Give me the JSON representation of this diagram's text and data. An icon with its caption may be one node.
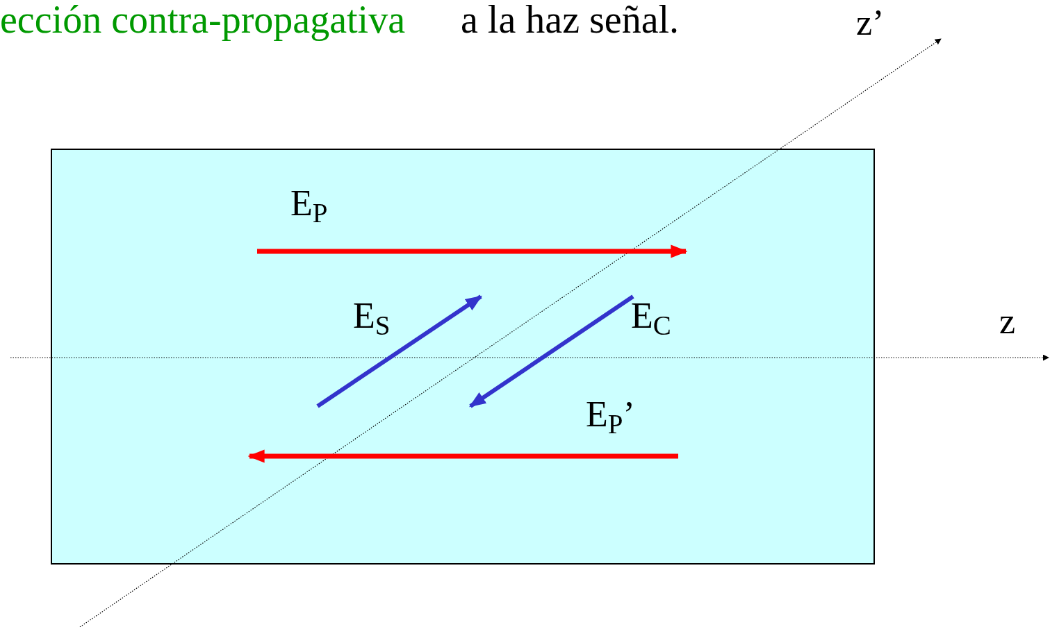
{
  "diagram": {
    "nodes": [
      {
        "text": [],
        "shape": "box"
      }
    ],
    "edges": [],
    "labels": [
      "ección contra-propagativa",
      "a la haz señal.",
      "z’",
      "E$_{P}$",
      "E$_{S}$",
      "E$_{C}$",
      "z",
      "E$_{P}$’"
    ]
  }
}
